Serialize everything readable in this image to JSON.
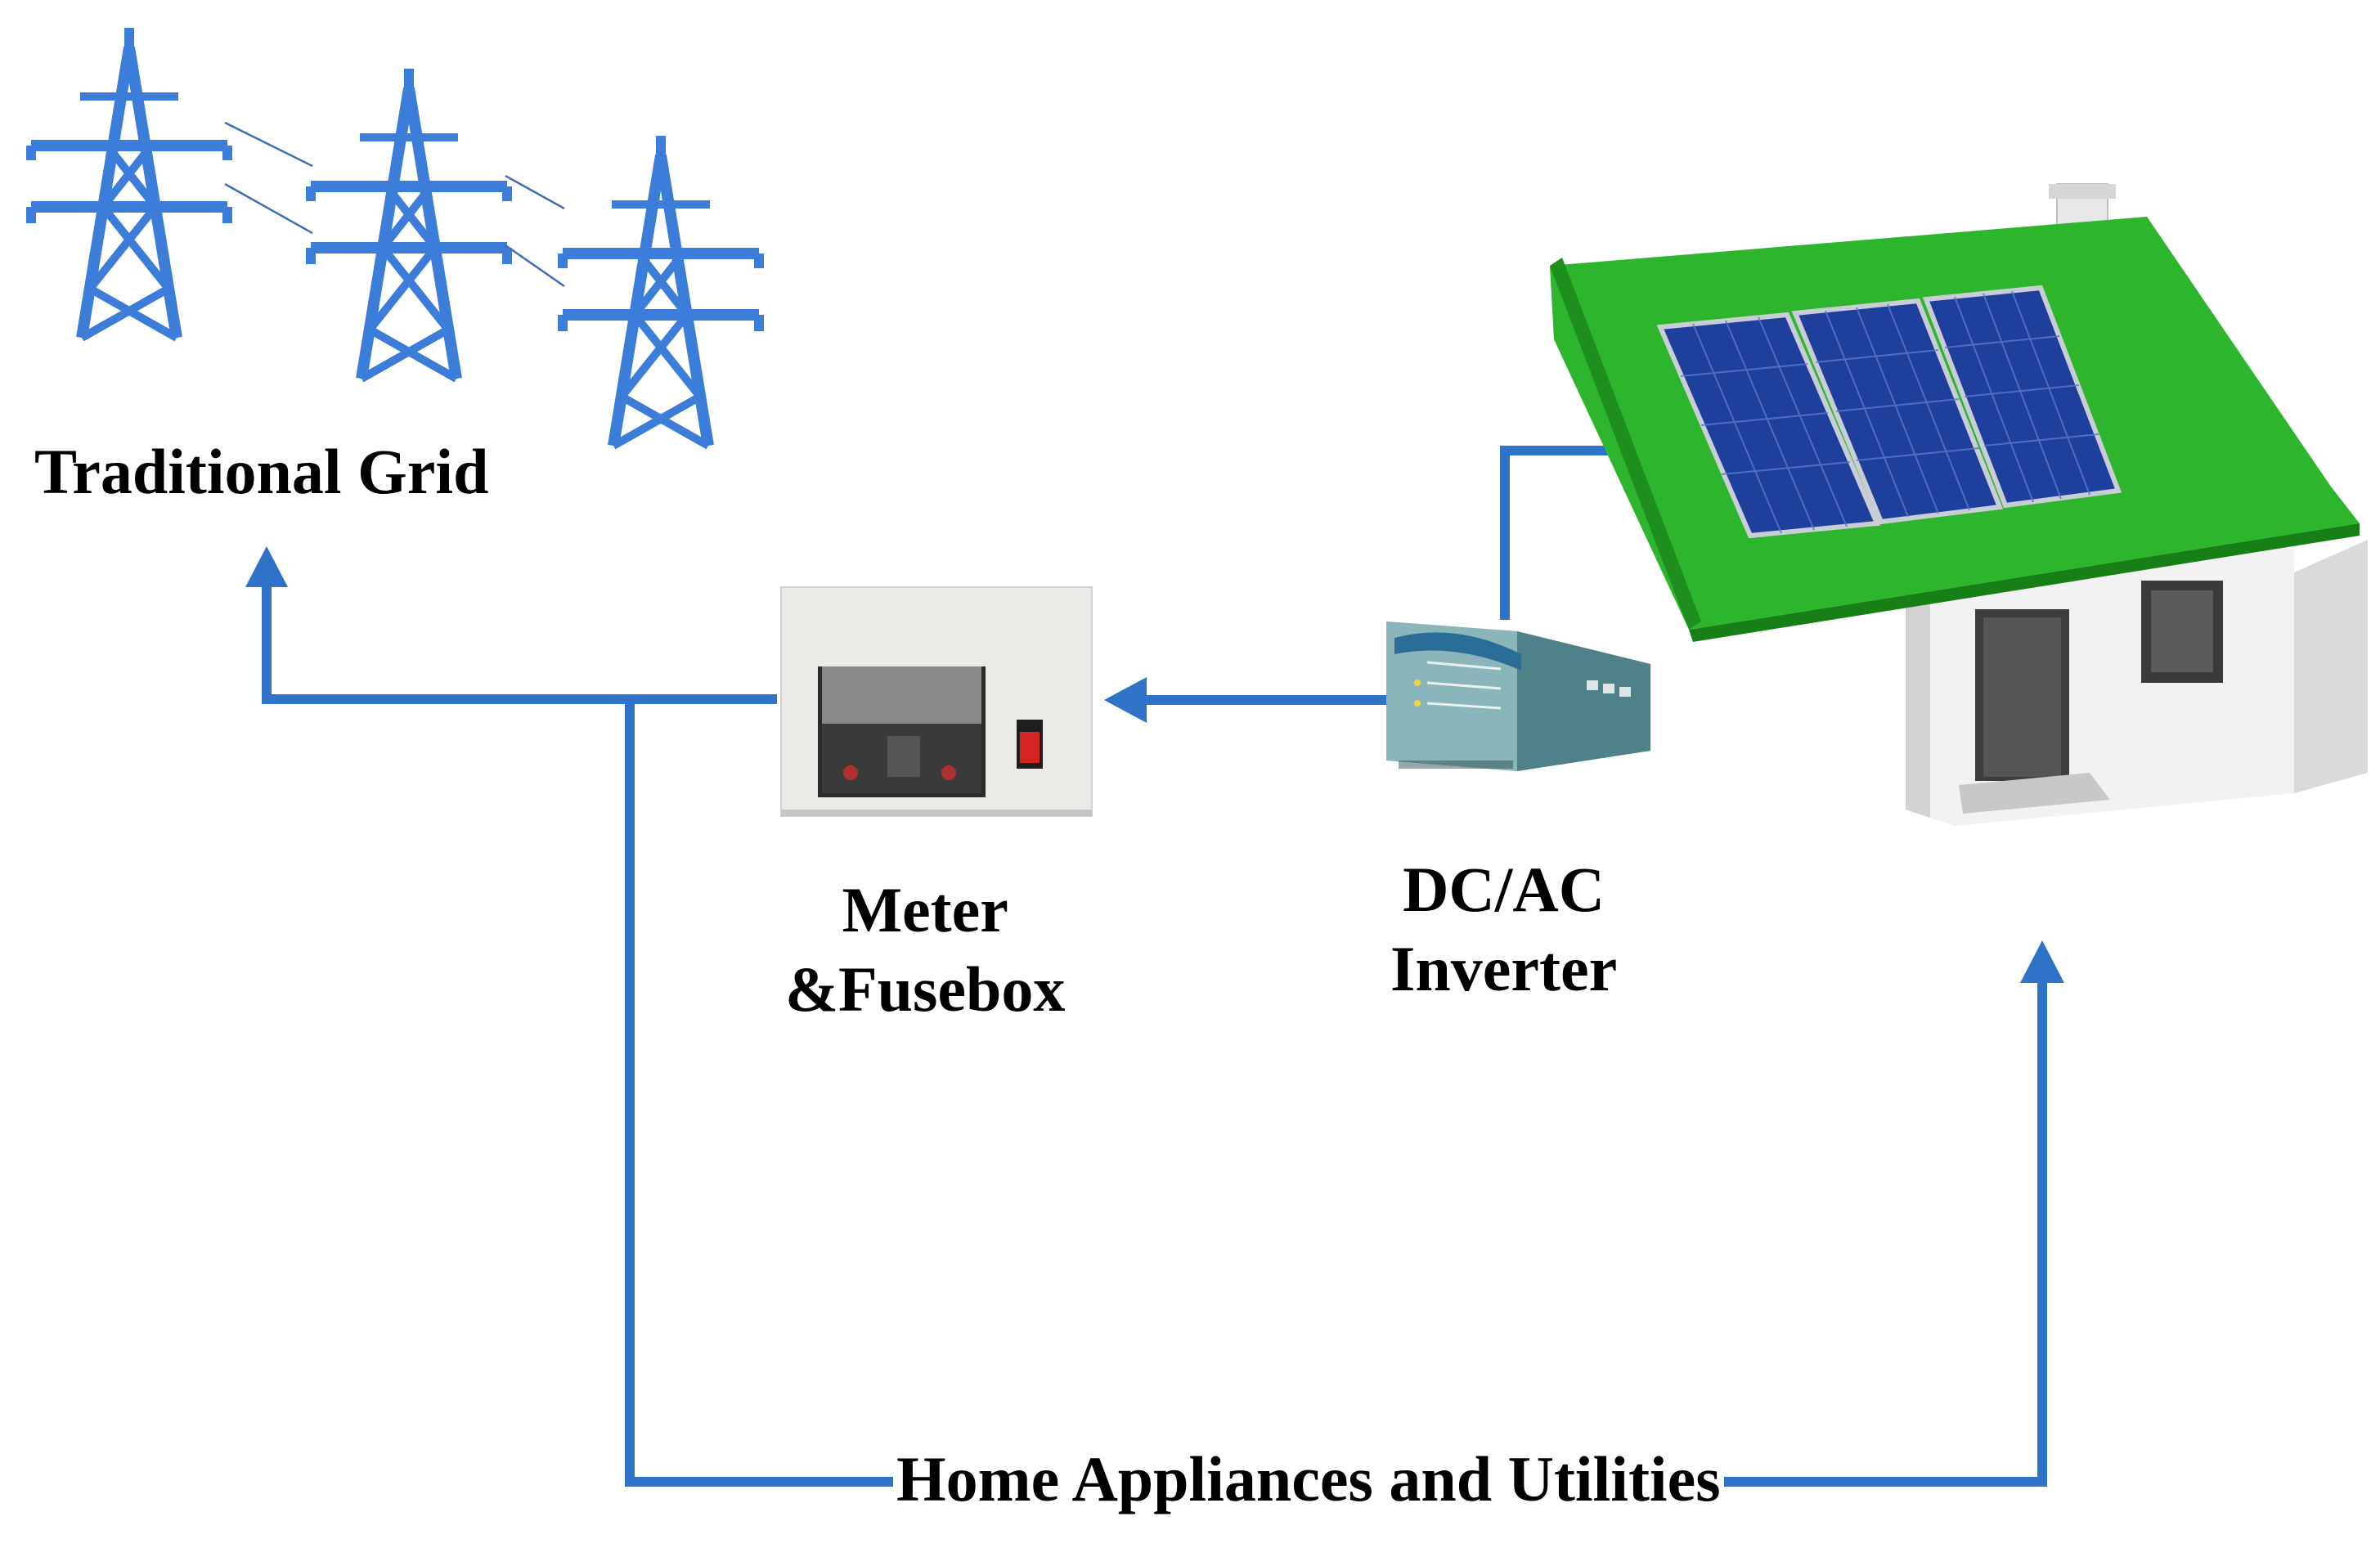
{
  "labels": {
    "grid": "Traditional Grid",
    "meter_line1": "Meter",
    "meter_line2": "&Fusebox",
    "inverter_line1": "DC/AC",
    "inverter_line2": "Inverter",
    "home": "Home Appliances and Utilities"
  },
  "colors": {
    "line_blue": "#2F73C9",
    "tower_blue": "#3C7DD9",
    "roof_green": "#2DB52D",
    "panel_blue": "#1F3F9C",
    "inverter_teal": "#5A8F96",
    "house_wall": "#F2F2F2"
  },
  "icons": {
    "pylon": "power-pylon-icon",
    "meter": "meter-fusebox-icon",
    "inverter": "inverter-icon",
    "house": "solar-house-icon"
  }
}
